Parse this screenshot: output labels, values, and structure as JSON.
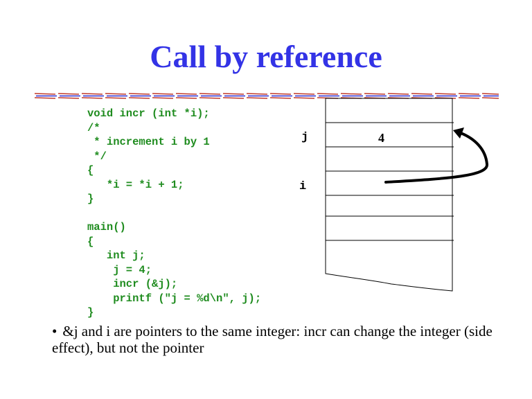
{
  "title": "Call by reference",
  "code_lines": [
    "void incr (int *i);",
    "/*",
    " * increment i by 1",
    " */",
    "{",
    "   *i = *i + 1;",
    "}",
    "",
    "main()",
    "{",
    "   int j;",
    "    j = 4;",
    "    incr (&j);",
    "    printf (\"j = %d\\n\", j);",
    "}"
  ],
  "diagram": {
    "label_j": "j",
    "label_i": "i",
    "cell_j_value": "4"
  },
  "bullet": {
    "symbol": "•",
    "text": "&j and i are pointers to the same integer: incr can change the integer (side effect), but not the pointer"
  },
  "colors": {
    "title": "#3333e6",
    "code": "#1f8c1f",
    "rule_red": "#c0392b",
    "rule_blue": "#2a2ad0"
  }
}
